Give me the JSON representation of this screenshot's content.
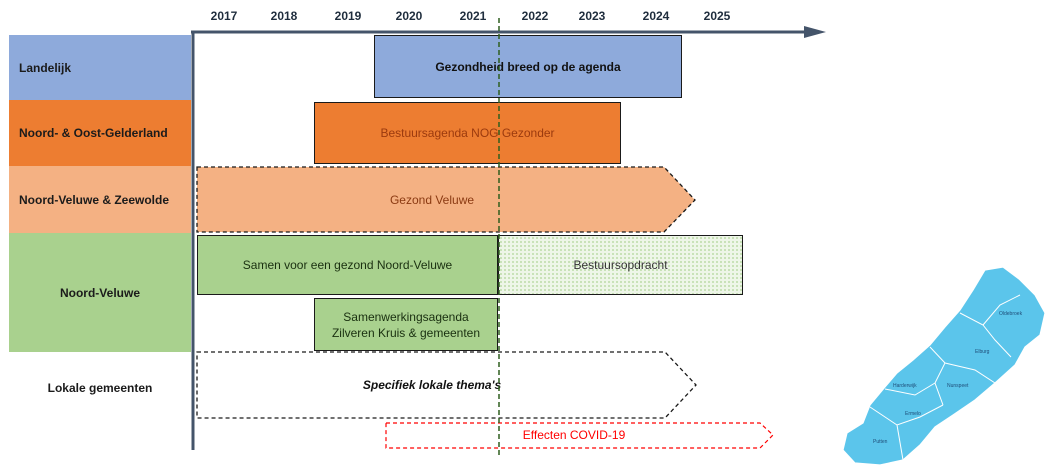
{
  "timeline": {
    "years": [
      "2017",
      "2018",
      "2019",
      "2020",
      "2021",
      "2022",
      "2023",
      "2024",
      "2025"
    ]
  },
  "rows": {
    "landelijk": "Landelijk",
    "noord_oost_gelderland": "Noord- & Oost-Gelderland",
    "noord_veluwe_zeewolde": "Noord-Veluwe & Zeewolde",
    "noord_veluwe": "Noord-Veluwe",
    "lokale_gemeenten": "Lokale gemeenten"
  },
  "bars": {
    "gezondheid_breed": "Gezondheid breed op de agenda",
    "bestuursagenda_nog": "Bestuursagenda NOG Gezonder",
    "gezond_veluwe": "Gezond Veluwe",
    "samen_gezond": "Samen voor een gezond Noord-Veluwe",
    "bestuursopdracht": "Bestuursopdracht",
    "samenwerkingsagenda_line1": "Samenwerkingsagenda",
    "samenwerkingsagenda_line2": "Zilveren Kruis & gemeenten",
    "specifiek_lokaal": "Specifiek lokale thema's",
    "covid": "Effecten COVID-19"
  },
  "map": {
    "places": [
      "Oldebroek",
      "Elburg",
      "Harderwijk",
      "Nunspeet",
      "Ermelo",
      "Putten"
    ]
  },
  "colors": {
    "blue": "#8eaadb",
    "orange": "#ed7d31",
    "light_orange": "#f4b183",
    "green": "#a9d18e",
    "axis": "#44546a",
    "covid": "#ff0000",
    "map": "#5bc5eb"
  }
}
